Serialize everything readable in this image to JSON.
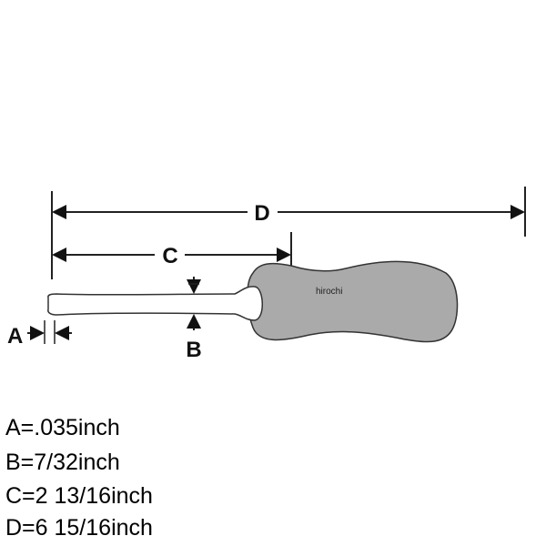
{
  "diagram": {
    "labels": {
      "a": "A",
      "b": "B",
      "c": "C",
      "d": "D"
    },
    "watermark": "hirochi",
    "handle_color": "#aaaaaa"
  },
  "specs": [
    {
      "text": "A=.035inch"
    },
    {
      "text": "B=7/32inch"
    },
    {
      "text": "C=2 13/16inch"
    },
    {
      "text": "D=6 15/16inch"
    }
  ]
}
